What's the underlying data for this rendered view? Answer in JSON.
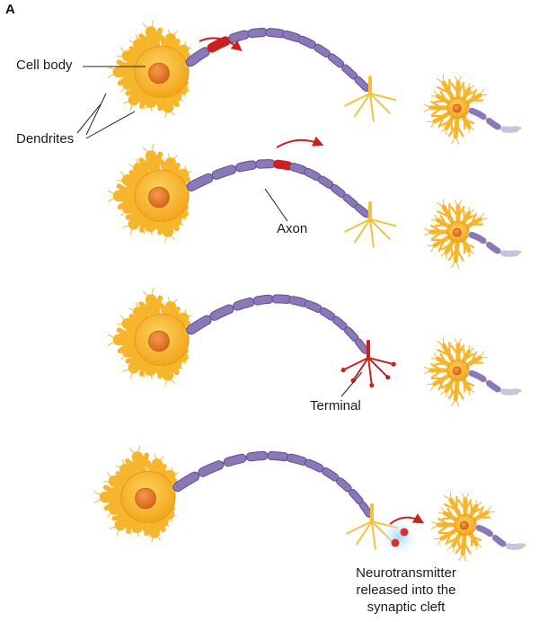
{
  "panel_letter": "A",
  "labels": {
    "cell_body": "Cell body",
    "dendrites": "Dendrites",
    "axon": "Axon",
    "terminal": "Terminal",
    "neurotransmitter_line1": "Neurotransmitter",
    "neurotransmitter_line2": "released into the",
    "neurotransmitter_line3": "synaptic cleft"
  },
  "colors": {
    "cell": "#f7b52c",
    "cell_edge": "#e39a12",
    "nucleus": "#e8731e",
    "myelin": "#8a78b8",
    "myelin_edge": "#5f4f92",
    "node": "#f4c13a",
    "impulse": "#cc1f1f",
    "vesicle_glow": "#bfe6f7"
  },
  "icons": {
    "signal_arrow": "curved-red-arrow-icon",
    "neurotransmitter": "vesicle-icon"
  }
}
